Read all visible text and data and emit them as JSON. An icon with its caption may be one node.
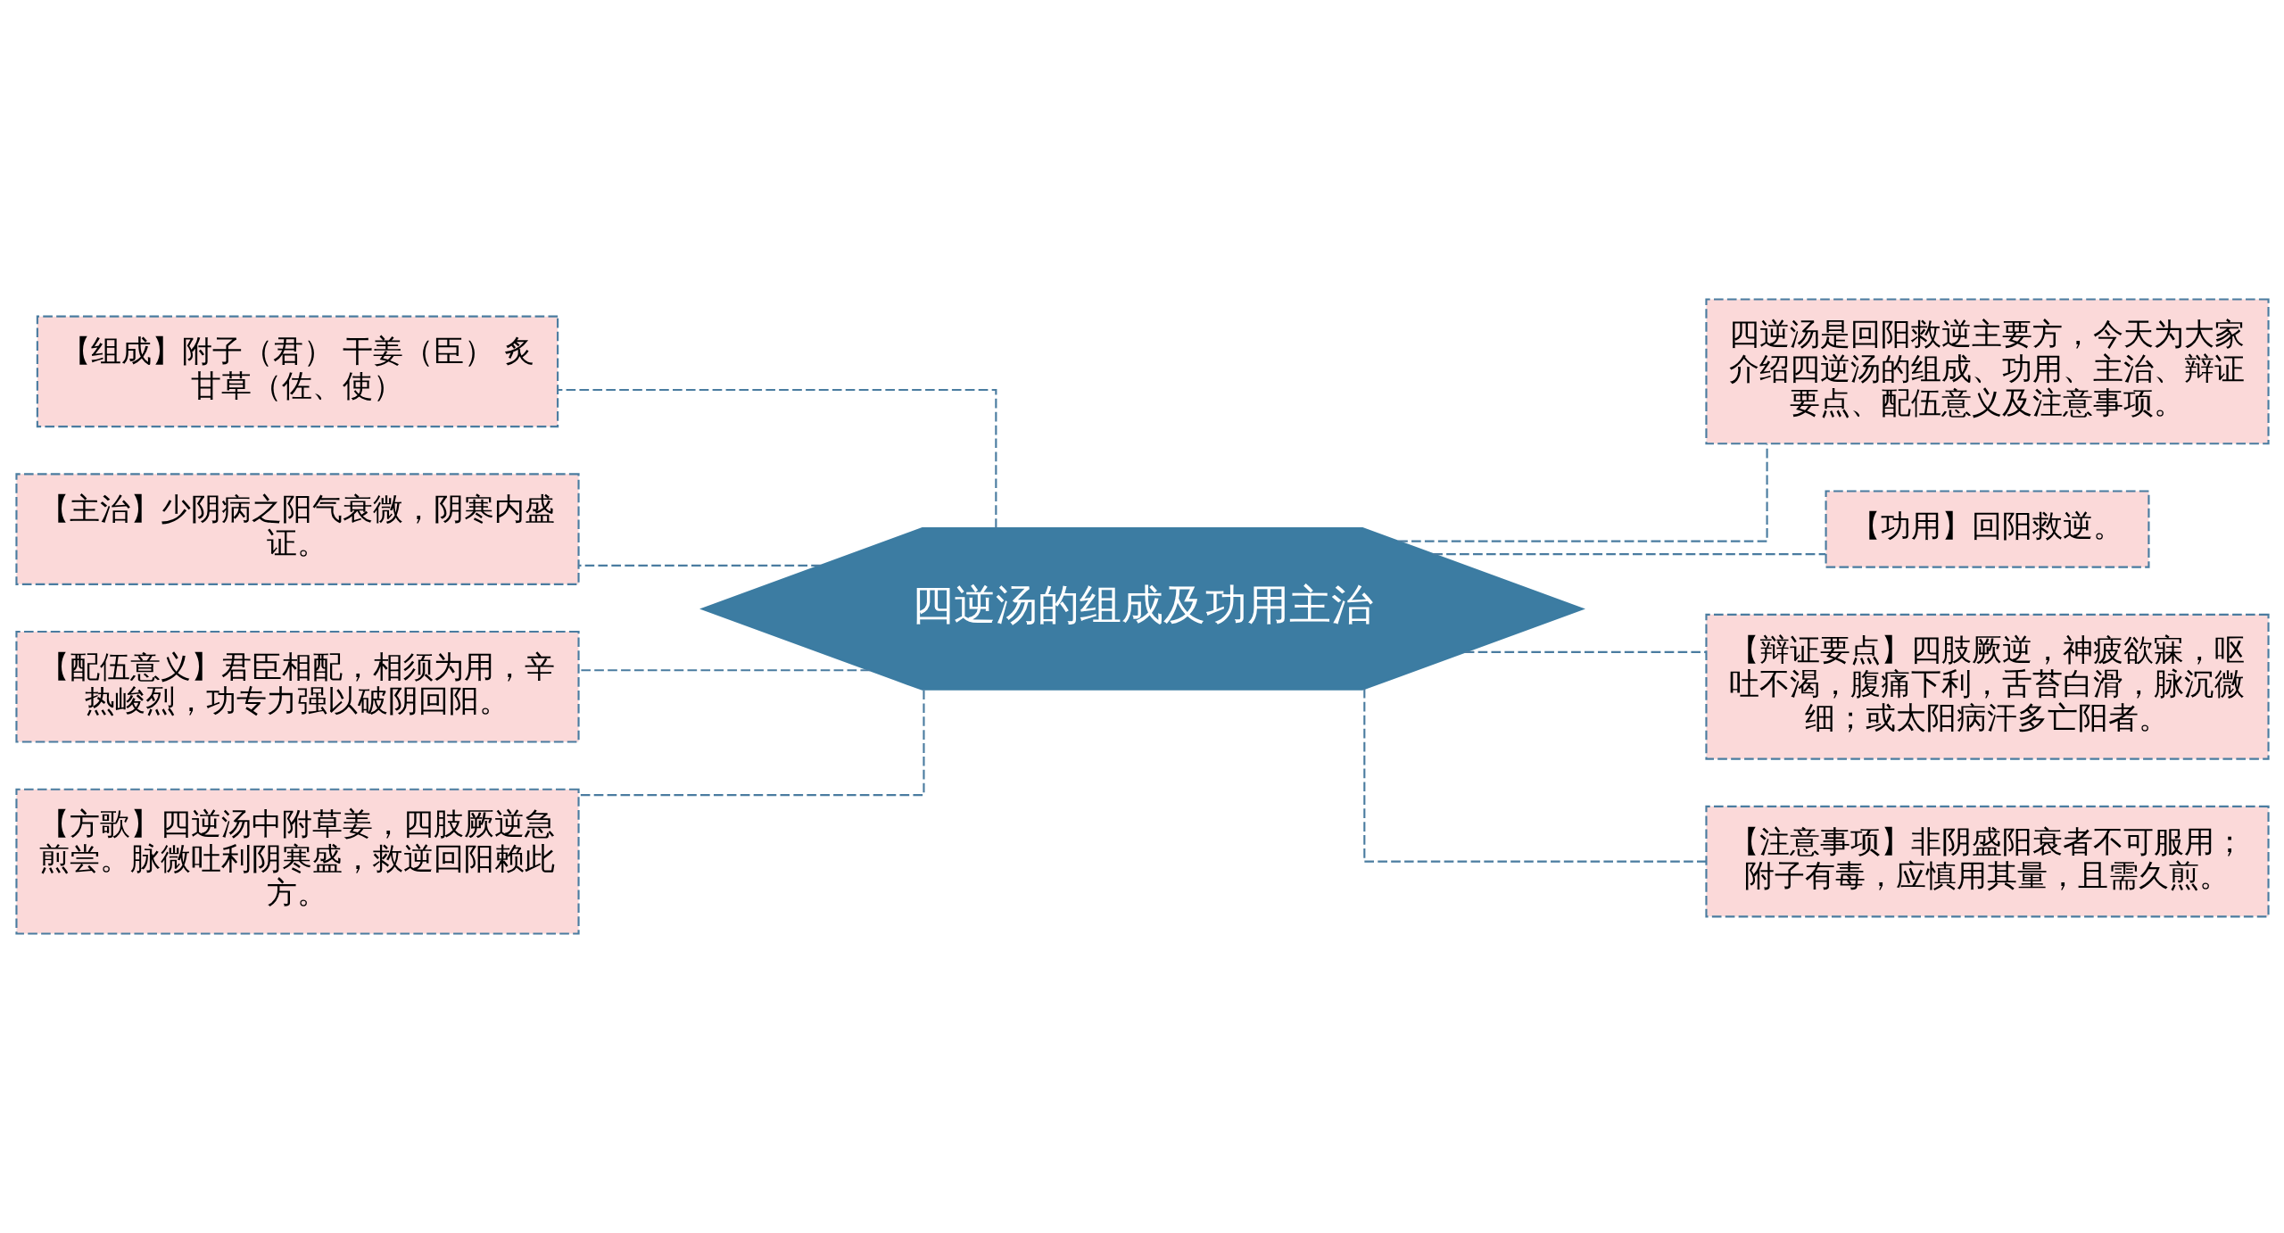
{
  "diagram": {
    "nodes": [
      {
        "text": [
          "四逆汤的组成及功用主治"
        ]
      },
      {
        "text": [
          "【组成】附子（君） 干姜（臣） 炙甘草（佐、使）"
        ]
      },
      {
        "text": [
          "【主治】少阴病之阳气衰微，阴寒内盛证。"
        ]
      },
      {
        "text": [
          "【配伍意义】君臣相配，相须为用，辛热峻烈，功专力强以破阴回阳。"
        ]
      },
      {
        "text": [
          "【方歌】四逆汤中附草姜，四肢厥逆急煎尝。脉微吐利阴寒盛，救逆回阳赖此方。"
        ]
      },
      {
        "text": [
          "四逆汤是回阳救逆主要方，今天为大家介绍四逆汤的组成、功用、主治、辩证要点、配伍意义及注意事项。"
        ]
      },
      {
        "text": [
          "【功用】回阳救逆。"
        ]
      },
      {
        "text": [
          "【辩证要点】四肢厥逆，神疲欲寐，呕吐不渴，腹痛下利，舌苔白滑，脉沉微细；或太阳病汗多亡阳者。"
        ]
      },
      {
        "text": [
          "【注意事项】非阴盛阳衰者不可服用；附子有毒，应慎用其量，且需久煎。"
        ]
      }
    ],
    "edges": [
      {
        "from": 0,
        "to": 1,
        "arrow": "none",
        "style": "dashed"
      },
      {
        "from": 0,
        "to": 2,
        "arrow": "none",
        "style": "dashed"
      },
      {
        "from": 0,
        "to": 3,
        "arrow": "none",
        "style": "dashed"
      },
      {
        "from": 0,
        "to": 4,
        "arrow": "none",
        "style": "dashed"
      },
      {
        "from": 0,
        "to": 5,
        "arrow": "none",
        "style": "dashed"
      },
      {
        "from": 0,
        "to": 6,
        "arrow": "none",
        "style": "dashed"
      },
      {
        "from": 0,
        "to": 7,
        "arrow": "none",
        "style": "dashed"
      },
      {
        "from": 0,
        "to": 8,
        "arrow": "none",
        "style": "dashed"
      }
    ]
  }
}
